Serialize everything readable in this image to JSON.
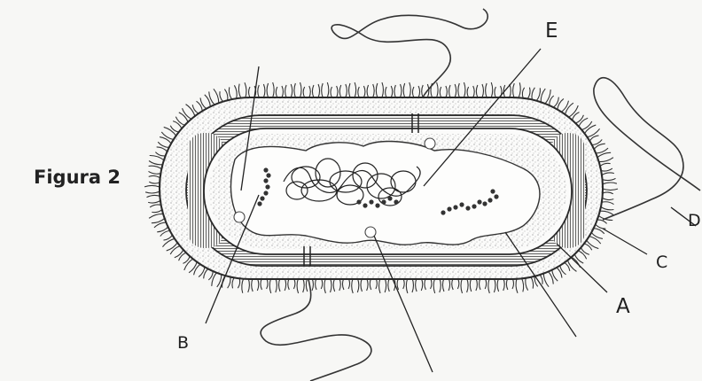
{
  "figure": {
    "title": "Figura 2"
  },
  "labels": {
    "A": "A",
    "B": "B",
    "C": "C",
    "D": "D",
    "E": "E"
  },
  "colors": {
    "ink": "#222222",
    "background": "#f7f7f5",
    "stipple": "#8a8a8a"
  }
}
